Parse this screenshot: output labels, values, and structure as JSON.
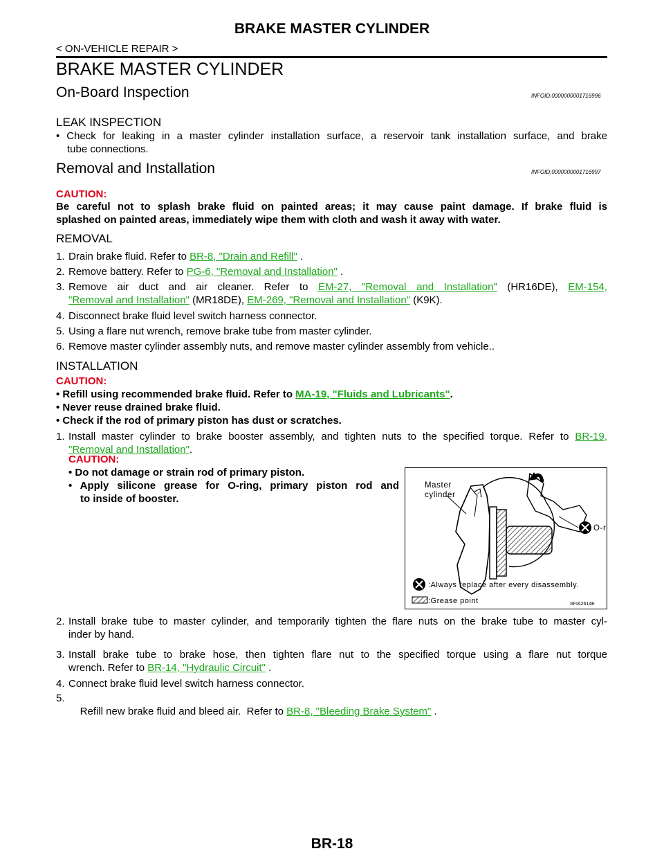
{
  "header": {
    "title": "BRAKE MASTER CYLINDER",
    "section": "< ON-VEHICLE REPAIR >"
  },
  "page_title": "BRAKE MASTER CYLINDER",
  "sections": {
    "onboard": {
      "title": "On-Board Inspection",
      "infoid": "INFOID:0000000001716996",
      "leak_title": "LEAK INSPECTION",
      "leak_bullet_1": "• Check for leaking in a master cylinder installation surface, a reservoir tank installation surface, and brake",
      "leak_bullet_2": "tube connections."
    },
    "removal_install": {
      "title": "Removal and Installation",
      "infoid": "INFOID:0000000001716997",
      "caution_label": "CAUTION:",
      "caution_line_1": "Be careful not to splash brake fluid on painted areas; it may cause paint damage. If brake fluid is",
      "caution_line_2": "splashed on painted areas, immediately wipe them with cloth and wash it away with water."
    },
    "removal": {
      "title": "REMOVAL",
      "step1_num": "1.",
      "step1_text": "Drain brake fluid. Refer to ",
      "step1_link": "BR-8, \"Drain and Refill\"",
      "step1_end": " .",
      "step2_num": "2.",
      "step2_text": "Remove battery. Refer to ",
      "step2_link": "PG-6, \"Removal and Installation\"",
      "step2_end": " .",
      "step3_num": "3.",
      "step3_text": "Remove air duct and air cleaner. Refer to ",
      "step3_link1": "EM-27, \"Removal and Installation\"",
      "step3_mid1": " (HR16DE), ",
      "step3_link2a": "EM-154,",
      "step3_link2b": "\"Removal and Installation\"",
      "step3_mid2": " (MR18DE), ",
      "step3_link3": "EM-269, \"Removal and Installation\"",
      "step3_end": " (K9K).",
      "step4_num": "4.",
      "step4_text": "Disconnect brake fluid level switch harness connector.",
      "step5_num": "5.",
      "step5_text": "Using a flare nut wrench, remove brake tube from master cylinder.",
      "step6_num": "6.",
      "step6_text": "Remove master cylinder assembly nuts, and remove master cylinder assembly from vehicle.."
    },
    "installation": {
      "title": "INSTALLATION",
      "caution_label": "CAUTION:",
      "caution_b1_text": "• Refill using recommended brake fluid. Refer to ",
      "caution_b1_link": "MA-19, \"Fluids and Lubricants\"",
      "caution_b1_end": ".",
      "caution_b2": "• Never reuse drained brake fluid.",
      "caution_b3": "• Check if the rod of primary piston has dust or scratches.",
      "step1_num": "1.",
      "step1_text": "Install master cylinder to brake booster assembly, and tighten nuts to the specified torque. Refer to ",
      "step1_link_a": "BR-19,",
      "step1_link_b": "\"Removal and Installation\"",
      "step1_end": ".",
      "step1_caution_label": "CAUTION:",
      "step1_caution_b1": "• Do not damage or strain rod of primary piston.",
      "step1_caution_b2a": "• Apply silicone grease for O-ring, primary piston rod and",
      "step1_caution_b2b": "to inside of booster.",
      "step2_num": "2.",
      "step2_text_a": "Install brake tube to master cylinder, and temporarily tighten the flare nuts on the brake tube to master cyl-",
      "step2_text_b": "inder by hand.",
      "step3_num": "3.",
      "step3_text_a": "Install brake tube to brake hose, then tighten flare nut to the specified torque using a flare nut torque",
      "step3_text_b": "wrench. Refer to ",
      "step3_link": "BR-14, \"Hydraulic Circuit\"",
      "step3_end": " .",
      "step4_num": "4.",
      "step4_text": "Connect brake fluid level switch harness connector.",
      "step5_num": "5.",
      "step5_text": "Refill new brake fluid and bleed air.  Refer to ",
      "step5_link": "BR-8, \"Bleeding Brake System\"",
      "step5_end": " ."
    }
  },
  "figure": {
    "label_master_1": "Master",
    "label_master_2": "cylinder",
    "label_oring": "O-ring",
    "legend_replace": ":Always replace after every disassembly.",
    "legend_grease": ":Grease point",
    "figure_code": "SFIA2614E"
  },
  "footer": {
    "page_number": "BR-18"
  }
}
